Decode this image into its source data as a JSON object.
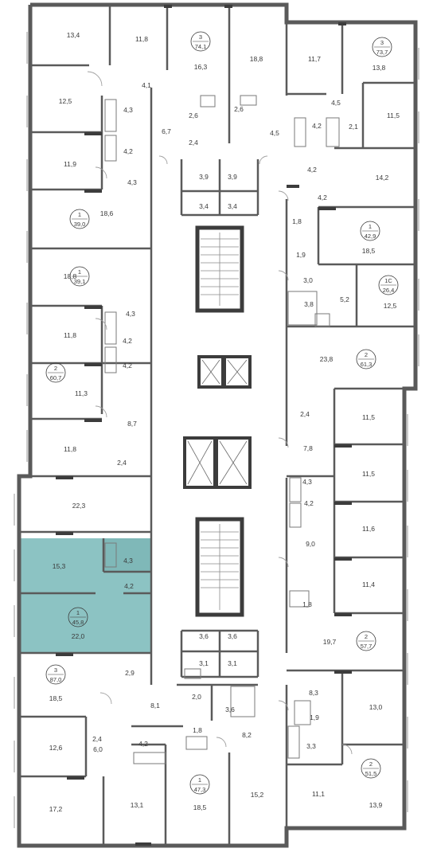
{
  "colors": {
    "wall": "#5a5a5a",
    "wall_dark": "#3c3c3c",
    "highlight": "#8cc3c3",
    "background": "#ffffff",
    "text": "#3a3a3a"
  },
  "highlighted_unit": {
    "rooms": "1",
    "total": "45,8",
    "living": "15,3",
    "kitchen": "22,0",
    "bath": "4,3",
    "hall": "4,2"
  },
  "units": [
    {
      "rooms": "3",
      "total": "74,1"
    },
    {
      "rooms": "3",
      "total": "73,7"
    },
    {
      "rooms": "1",
      "total": "39,0"
    },
    {
      "rooms": "1",
      "total": "42,9"
    },
    {
      "rooms": "1",
      "total": "39,1"
    },
    {
      "rooms": "1С",
      "total": "26,4"
    },
    {
      "rooms": "2",
      "total": "61,3"
    },
    {
      "rooms": "2",
      "total": "60,7"
    },
    {
      "rooms": "2",
      "total": "57,7"
    },
    {
      "rooms": "3",
      "total": "87,0"
    },
    {
      "rooms": "1",
      "total": "47,3"
    },
    {
      "rooms": "2",
      "total": "51,5"
    }
  ],
  "room_areas": [
    "13,4",
    "11,8",
    "16,3",
    "18,8",
    "11,7",
    "13,8",
    "4,1",
    "12,5",
    "4,3",
    "2,6",
    "2,6",
    "6,7",
    "4,5",
    "4,2",
    "2,1",
    "11,5",
    "4,5",
    "2,4",
    "4,2",
    "11,9",
    "3,9",
    "3,9",
    "4,2",
    "14,2",
    "4,3",
    "3,4",
    "3,4",
    "4,2",
    "18,6",
    "1,8",
    "18,5",
    "1,9",
    "18,8",
    "3,0",
    "5,2",
    "12,5",
    "3,8",
    "4,3",
    "11,8",
    "4,2",
    "23,8",
    "4,2",
    "11,3",
    "2,4",
    "11,5",
    "8,7",
    "7,8",
    "11,8",
    "2,4",
    "11,5",
    "4,3",
    "22,3",
    "4,2",
    "11,6",
    "9,0",
    "11,4",
    "3,6",
    "3,6",
    "1,8",
    "19,7",
    "3,1",
    "3,1",
    "2,9",
    "8,1",
    "2,0",
    "3,6",
    "8,3",
    "13,0",
    "18,5",
    "1,9",
    "2,4",
    "8,2",
    "12,6",
    "6,0",
    "4,2",
    "1,8",
    "3,3",
    "17,2",
    "13,1",
    "18,5",
    "15,2",
    "11,1",
    "13,9"
  ]
}
